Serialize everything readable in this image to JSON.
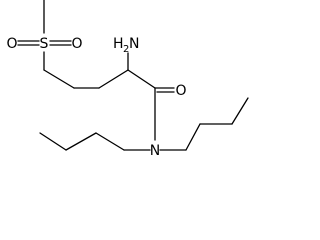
{
  "molecule": {
    "atoms": {
      "S": "S",
      "O": "O",
      "N": "N",
      "NH2": {
        "main": "H",
        "sub": "2",
        "tail": "N"
      }
    },
    "colors": {
      "ink": "#000000",
      "background": "#ffffff"
    }
  }
}
